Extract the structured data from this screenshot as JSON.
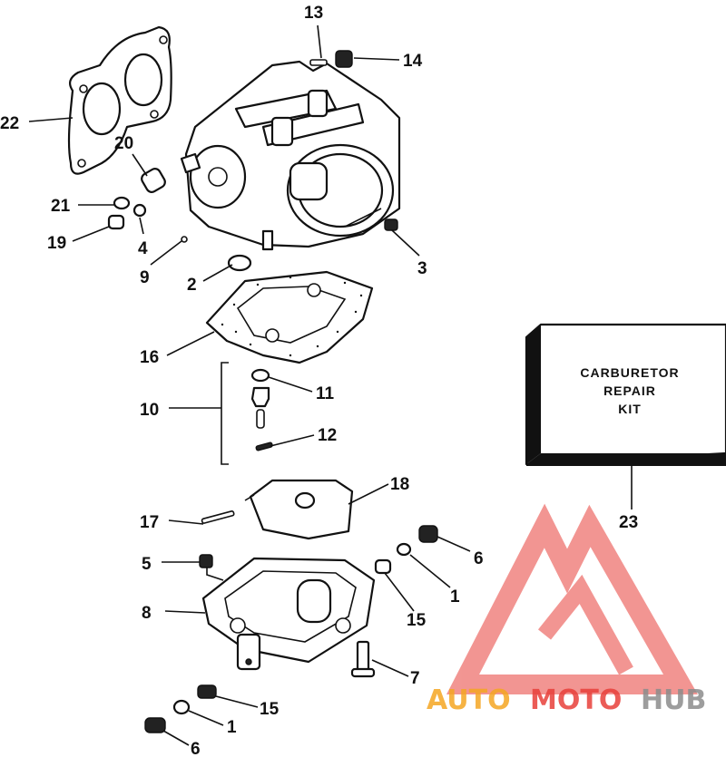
{
  "diagram": {
    "callouts": [
      {
        "id": "13",
        "label": "13"
      },
      {
        "id": "14",
        "label": "14"
      },
      {
        "id": "22",
        "label": "22"
      },
      {
        "id": "20",
        "label": "20"
      },
      {
        "id": "21",
        "label": "21"
      },
      {
        "id": "19",
        "label": "19"
      },
      {
        "id": "4",
        "label": "4"
      },
      {
        "id": "9",
        "label": "9"
      },
      {
        "id": "2",
        "label": "2"
      },
      {
        "id": "3",
        "label": "3"
      },
      {
        "id": "16",
        "label": "16"
      },
      {
        "id": "10",
        "label": "10"
      },
      {
        "id": "11",
        "label": "11"
      },
      {
        "id": "12",
        "label": "12"
      },
      {
        "id": "18",
        "label": "18"
      },
      {
        "id": "17",
        "label": "17"
      },
      {
        "id": "23",
        "label": "23"
      },
      {
        "id": "6a",
        "label": "6"
      },
      {
        "id": "1a",
        "label": "1"
      },
      {
        "id": "5",
        "label": "5"
      },
      {
        "id": "15a",
        "label": "15"
      },
      {
        "id": "8",
        "label": "8"
      },
      {
        "id": "7",
        "label": "7"
      },
      {
        "id": "15b",
        "label": "15"
      },
      {
        "id": "1b",
        "label": "1"
      },
      {
        "id": "6b",
        "label": "6"
      }
    ],
    "kit_box": {
      "line1": "CARBURETOR",
      "line2": "REPAIR",
      "line3": "KIT"
    }
  },
  "watermark": {
    "part1": "AUTO",
    "part2": "MOTO",
    "part3": "HUB",
    "color_red": "#e8403a",
    "color_orange": "#f5a623",
    "color_gray": "#8c8c8c"
  }
}
